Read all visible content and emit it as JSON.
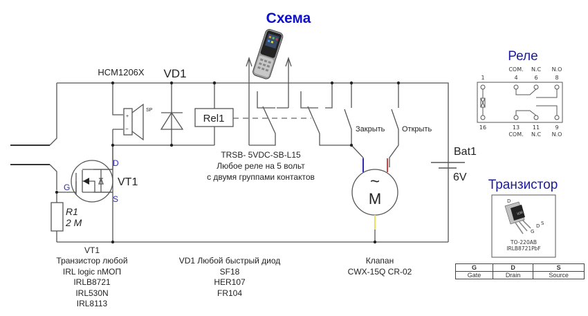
{
  "diagram": {
    "title": "Схема",
    "labels": {
      "sound_module": "HCM1206X",
      "diode": "VD1",
      "speaker": "SP",
      "relay": "Rel1",
      "battery": "Bat1",
      "battery_voltage": "6V",
      "close_switch": "Закрыть",
      "open_switch": "Открыть",
      "transistor": "VT1",
      "gate": "G",
      "drain": "D",
      "source": "S",
      "resistor_name": "R1",
      "resistor_value": "2 M",
      "motor": "M",
      "motor_symbol": "~",
      "speaker_plus": "+",
      "speaker_minus": "−"
    },
    "relay_note": [
      "TRSB- 5VDC-SB-L15",
      "Любое реле на 5 вольт",
      "с двумя группами контактов"
    ],
    "transistor_note": [
      "VT1",
      "Транзистор любой",
      "IRL logic nМОП",
      "IRLB8721",
      "IRL530N",
      "IRL8113"
    ],
    "diode_note": [
      "VD1  Любой быстрый диод",
      "SF18",
      "HER107",
      "FR104"
    ],
    "valve_note": [
      "Клапан",
      "CWX-15Q CR-02"
    ],
    "wire_colors": {
      "motor_left": "#2a2ab8",
      "motor_right": "#d04040",
      "motor_bottom": "#e8e060"
    }
  },
  "relay_pinout": {
    "title": "Реле",
    "top_pins": [
      {
        "num": "1",
        "name": ""
      },
      {
        "num": "4",
        "name": "COM."
      },
      {
        "num": "6",
        "name": "N.C"
      },
      {
        "num": "8",
        "name": "N.O"
      }
    ],
    "bottom_pins": [
      {
        "num": "16",
        "name": ""
      },
      {
        "num": "13",
        "name": "COM."
      },
      {
        "num": "11",
        "name": "N.C"
      },
      {
        "num": "9",
        "name": "N.O"
      }
    ]
  },
  "transistor_pinout": {
    "title": "Транзистор",
    "package": "TO-220AB",
    "part": "IRLB8721PbF",
    "pin_labels": {
      "d_top": "D",
      "s": "S",
      "d": "D",
      "g": "G"
    },
    "table": {
      "headers": [
        "G",
        "D",
        "S"
      ],
      "values": [
        "Gate",
        "Drain",
        "Source"
      ]
    }
  }
}
